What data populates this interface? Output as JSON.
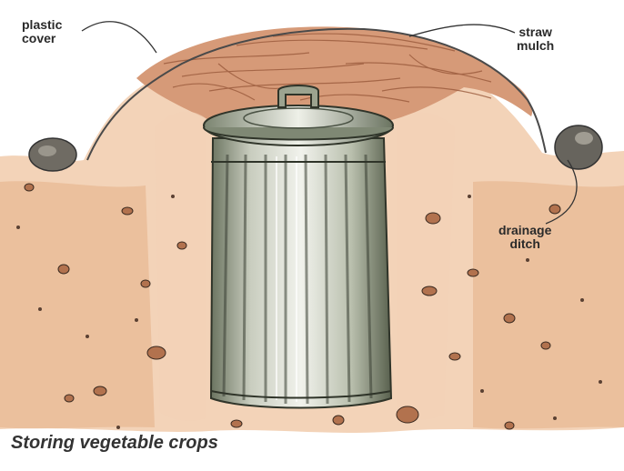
{
  "labels": {
    "plastic_cover": [
      "plastic",
      "cover"
    ],
    "straw_mulch": [
      "straw",
      "mulch"
    ],
    "drainage_ditch": [
      "drainage",
      "ditch"
    ]
  },
  "caption": "Storing vegetable crops",
  "colors": {
    "soil": "#e9b48c",
    "soil_dark": "#c98a5c",
    "straw": "#c8896a",
    "can_light": "#e4e7dc",
    "can_dark": "#5b6350",
    "ink": "#3a3a3a",
    "rock": "#6c6a64"
  }
}
